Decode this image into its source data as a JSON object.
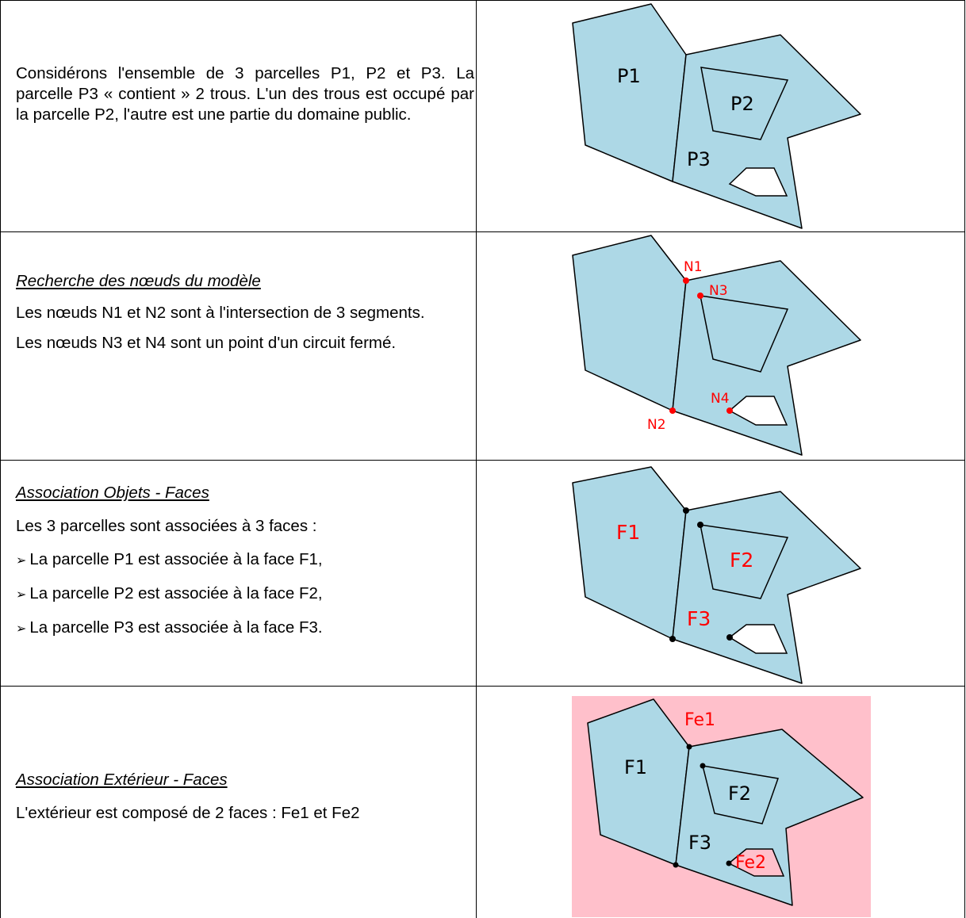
{
  "rows": [
    {
      "text": "Considérons l'ensemble de 3 parcelles P1, P2 et P3. La parcelle P3 « contient » 2 trous. L'un des trous est occupé par la parcelle P2, l'autre est une partie du domaine public.",
      "labels": {
        "p1": "P1",
        "p2": "P2",
        "p3": "P3"
      }
    },
    {
      "heading": "Recherche des nœuds du modèle",
      "para1": "Les nœuds N1 et N2 sont à l'intersection de 3 segments.",
      "para2": "Les nœuds N3 et N4 sont un point d'un circuit fermé.",
      "labels": {
        "n1": "N1",
        "n2": "N2",
        "n3": "N3",
        "n4": "N4"
      }
    },
    {
      "heading": "Association Objets - Faces",
      "intro": "Les 3 parcelles sont associées à 3 faces :",
      "bullet_marker": "➢",
      "bullets": [
        "La parcelle P1 est associée à la face F1,",
        "La parcelle P2 est associée à la face F2,",
        "La parcelle P3 est associée à la face F3."
      ],
      "labels": {
        "f1": "F1",
        "f2": "F2",
        "f3": "F3"
      }
    },
    {
      "heading": "Association Extérieur - Faces",
      "text": "L'extérieur est composé de 2 faces : Fe1 et Fe2",
      "labels": {
        "fe1": "Fe1",
        "fe2": "Fe2",
        "f1": "F1",
        "f2": "F2",
        "f3": "F3"
      }
    }
  ],
  "colors": {
    "parcel_fill": "#add8e6",
    "exterior_fill": "#ffc0cb",
    "node_label": "#ff0000",
    "hole_fill": "#ffffff"
  }
}
